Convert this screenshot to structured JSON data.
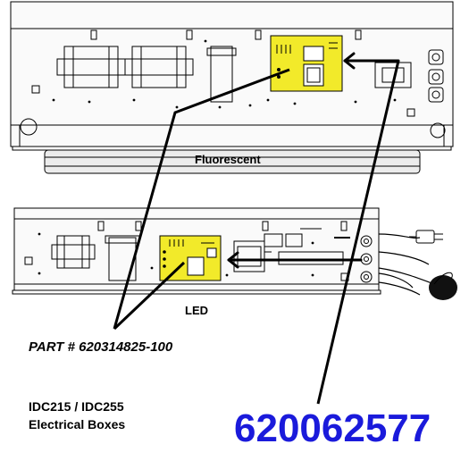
{
  "labels": {
    "fluorescent": "Fluorescent",
    "led": "LED",
    "part_number": "PART # 620314825-100",
    "model_line1": "IDC215 / IDC255",
    "model_line2": "Electrical Boxes",
    "big_number": "620062577"
  },
  "colors": {
    "board": "#f2ea2a",
    "line": "#000000",
    "number": "#1a1adb"
  }
}
